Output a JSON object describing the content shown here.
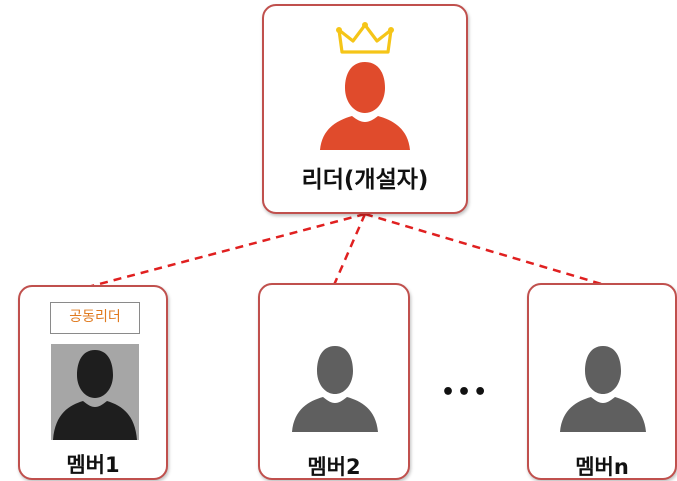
{
  "leader": {
    "label": "리더(개설자)",
    "icon": "crown-icon",
    "color": "#e04b2c"
  },
  "members": [
    {
      "label": "멤버1",
      "badge": "공동리더",
      "style": "photo"
    },
    {
      "label": "멤버2",
      "style": "plain"
    },
    {
      "label": "멤버n",
      "style": "plain"
    }
  ],
  "ellipsis": "•••",
  "colors": {
    "border": "#c0504d",
    "connector": "#e02020",
    "crown": "#f5c518",
    "member": "#5f5f5f",
    "badge_text": "#e07a1f"
  }
}
